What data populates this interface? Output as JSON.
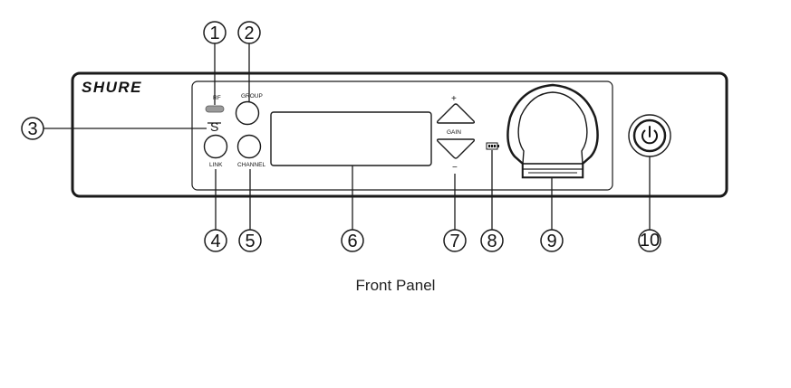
{
  "brand": "SHURE",
  "panel_labels": {
    "rf": "RF",
    "group": "GROUP",
    "link": "LINK",
    "channel": "CHANNEL",
    "gain": "GAIN",
    "gain_plus": "+",
    "gain_minus": "−"
  },
  "callouts": [
    "1",
    "2",
    "3",
    "4",
    "5",
    "6",
    "7",
    "8",
    "9",
    "10"
  ],
  "caption": "Front Panel",
  "colors": {
    "stroke": "#1a1a1a",
    "rf_led": "#9a9a9a"
  }
}
